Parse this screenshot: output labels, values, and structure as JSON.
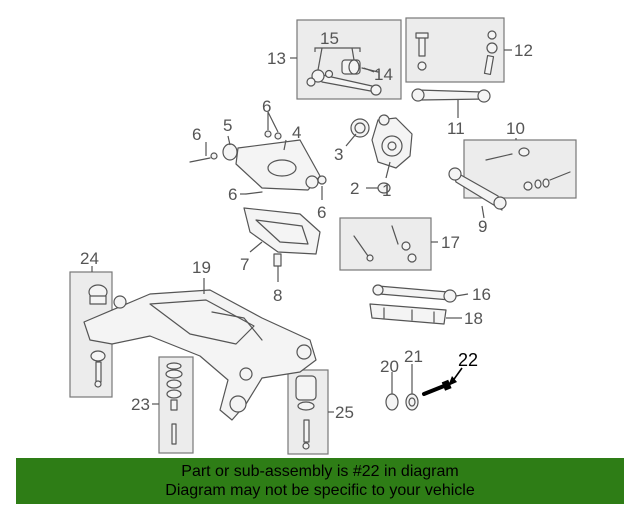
{
  "diagram": {
    "callouts": [
      "1",
      "2",
      "3",
      "4",
      "5",
      "6",
      "6",
      "6",
      "6",
      "7",
      "8",
      "9",
      "10",
      "11",
      "12",
      "13",
      "14",
      "15",
      "16",
      "17",
      "18",
      "19",
      "20",
      "21",
      "22",
      "23",
      "24",
      "25"
    ],
    "highlighted_callout": "22",
    "colors": {
      "linework": "#555555",
      "inset_fill": "#ececec",
      "highlight": "#000000"
    }
  },
  "banner": {
    "line1": "Part or sub-assembly is #22 in diagram",
    "line2": "Diagram may not be specific to your vehicle",
    "color": "#2e7d16"
  }
}
